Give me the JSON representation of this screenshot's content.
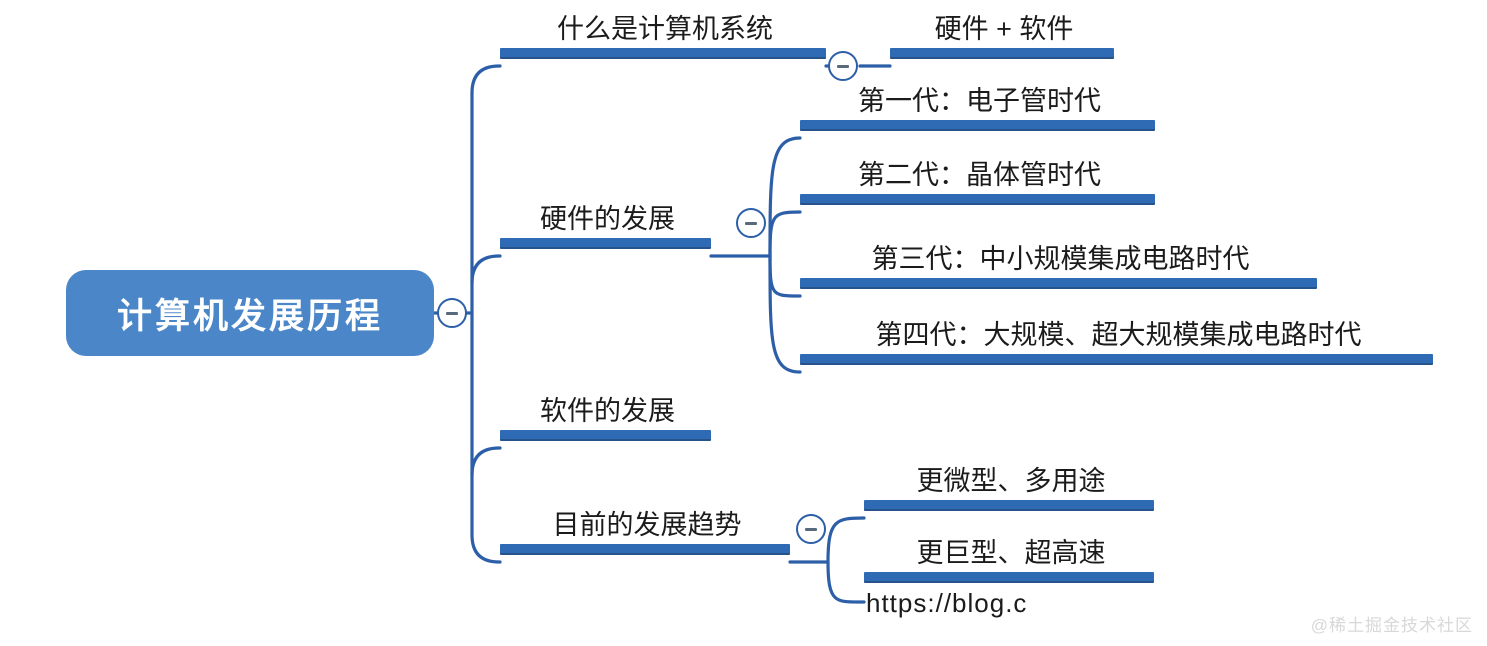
{
  "diagram": {
    "type": "mindmap",
    "title": "计算机发展历程",
    "root": {
      "label": "计算机发展历程",
      "toggle_state": "expanded",
      "toggle_glyph": "minus"
    },
    "branches": [
      {
        "id": "what-is-computer-system",
        "label": "什么是计算机系统",
        "toggle_state": "expanded",
        "children": [
          {
            "id": "hardware-plus-software",
            "label": "硬件 + 软件"
          }
        ]
      },
      {
        "id": "hardware-development",
        "label": "硬件的发展",
        "toggle_state": "expanded",
        "children": [
          {
            "id": "generation-1",
            "label": "第一代：电子管时代"
          },
          {
            "id": "generation-2",
            "label": "第二代：晶体管时代"
          },
          {
            "id": "generation-3",
            "label": "第三代：中小规模集成电路时代"
          },
          {
            "id": "generation-4",
            "label": "第四代：大规模、超大规模集成电路时代"
          }
        ]
      },
      {
        "id": "software-development",
        "label": "软件的发展",
        "children": []
      },
      {
        "id": "current-trends",
        "label": "目前的发展趋势",
        "toggle_state": "expanded",
        "children": [
          {
            "id": "smaller-multipurpose",
            "label": "更微型、多用途"
          },
          {
            "id": "larger-ultrafast",
            "label": "更巨型、超高速"
          }
        ]
      }
    ],
    "clipped_text": "https://blog.c",
    "watermark": "@稀土掘金技术社区",
    "colors": {
      "root_fill": "#4a86c8",
      "root_text": "#ffffff",
      "bar": "#2f6ab5",
      "bar_shadow": "#27538c",
      "edge": "#2c5fa8",
      "toggle_border": "#2c5fa8",
      "toggle_fill": "#ffffff",
      "node_text": "#1b1b1b",
      "background": "#ffffff",
      "watermark": "#d8d8d8"
    }
  }
}
